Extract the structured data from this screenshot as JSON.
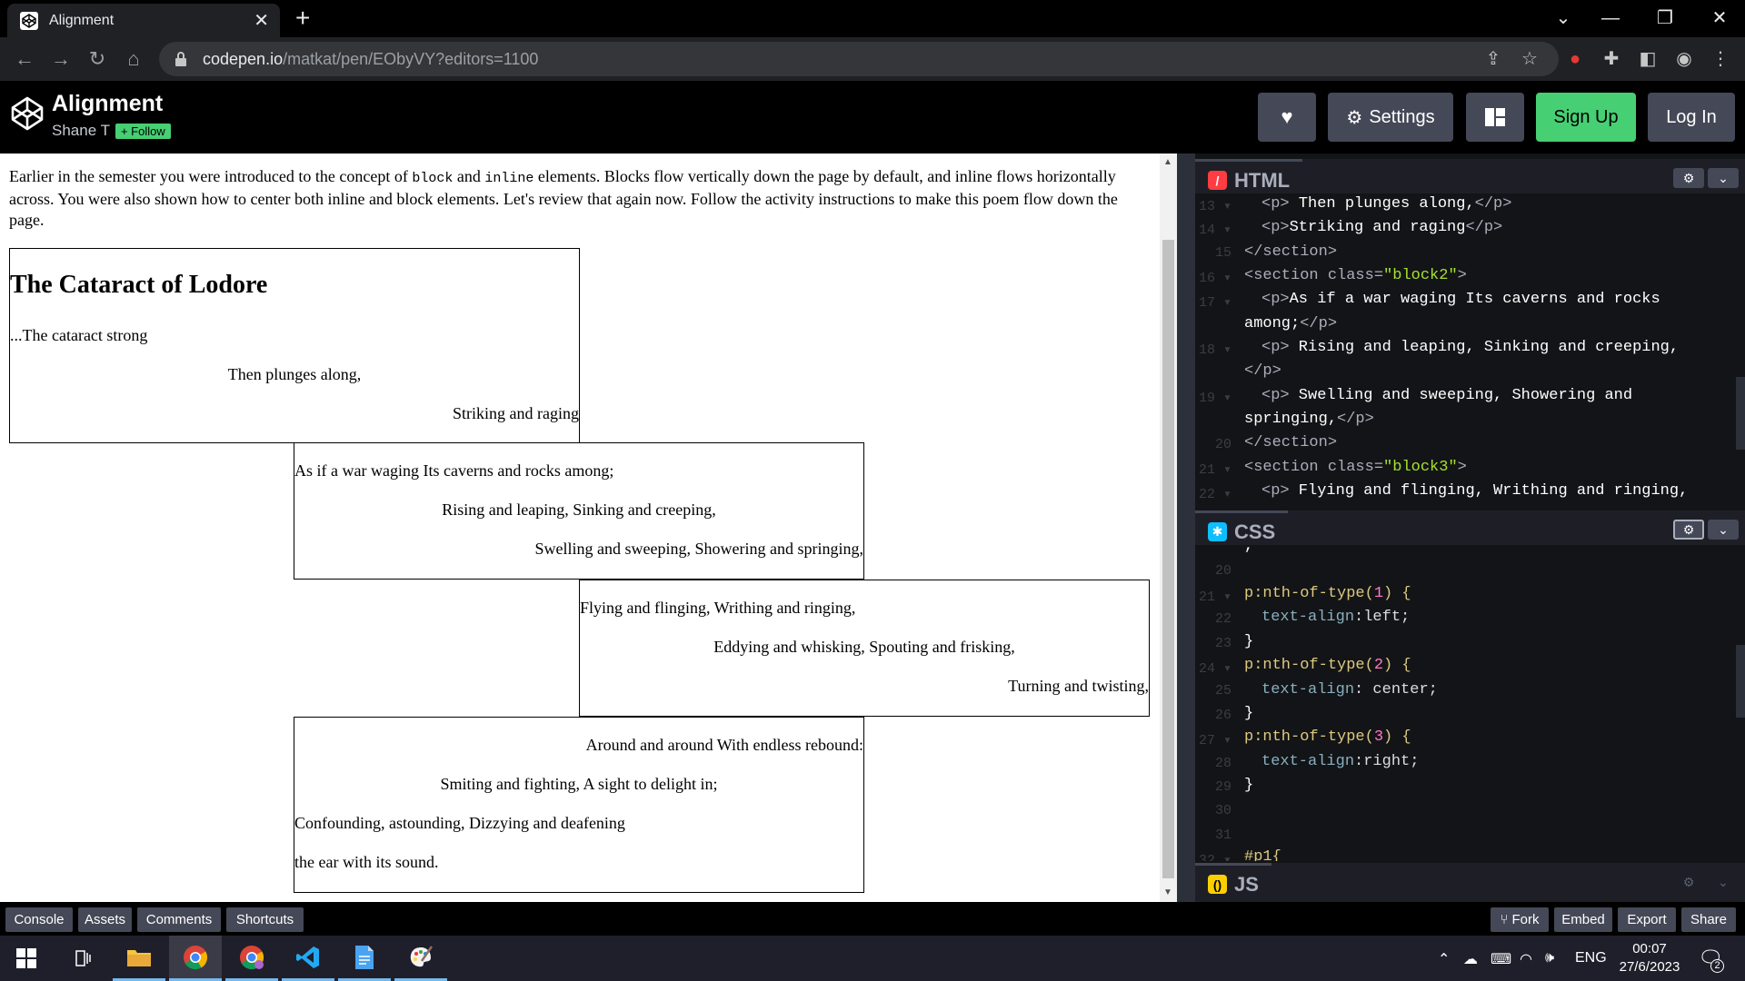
{
  "browser": {
    "tab_title": "Alignment",
    "tab_close": "✕",
    "new_tab": "+",
    "url_host": "codepen.io",
    "url_path": "/matkat/pen/EObyVY?editors=1100"
  },
  "header": {
    "title": "Alignment",
    "author": "Shane T",
    "follow_label": "+ Follow",
    "settings_label": "Settings",
    "signup_label": "Sign Up",
    "login_label": "Log In"
  },
  "preview": {
    "intro_1": "Earlier in the semester you were introduced to the concept of ",
    "intro_code1": "block",
    "intro_2": " and ",
    "intro_code2": "inline",
    "intro_3": " elements. Blocks flow vertically down the page by default, and inline flows horizontally across. You were also shown how to center both inline and block elements. Let's review that again now. Follow the activity instructions to make this poem flow down the page.",
    "poem_title": "The Cataract of Lodore",
    "block1": [
      "...The cataract strong",
      "Then plunges along,",
      "Striking and raging"
    ],
    "block2": [
      "As if a war waging Its caverns and rocks among;",
      "Rising and leaping, Sinking and creeping,",
      "Swelling and sweeping, Showering and springing,"
    ],
    "block3": [
      "Flying and flinging, Writhing and ringing,",
      "Eddying and whisking, Spouting and frisking,",
      "Turning and twisting,"
    ],
    "block4": [
      "Around and around With endless rebound:",
      "Smiting and fighting, A sight to delight in;",
      "Confounding, astounding, Dizzying and deafening",
      "the ear with its sound."
    ]
  },
  "editors": {
    "html_label": "HTML",
    "css_label": "CSS",
    "js_label": "JS",
    "html_lines": [
      {
        "n": "13",
        "fold": "▾"
      },
      {
        "n": "14",
        "fold": "▾"
      },
      {
        "n": "15",
        "fold": ""
      },
      {
        "n": "16",
        "fold": "▾"
      },
      {
        "n": "17",
        "fold": "▾"
      },
      {
        "n": "",
        "fold": ""
      },
      {
        "n": "18",
        "fold": "▾"
      },
      {
        "n": "",
        "fold": ""
      },
      {
        "n": "19",
        "fold": "▾"
      },
      {
        "n": "",
        "fold": ""
      },
      {
        "n": "20",
        "fold": ""
      },
      {
        "n": "21",
        "fold": "▾"
      },
      {
        "n": "22",
        "fold": "▾"
      }
    ],
    "html_code": {
      "l13_open": "<p>",
      "l13_text": " Then plunges along,",
      "l13_close": "</p>",
      "l14_open": "<p>",
      "l14_text": "Striking and raging",
      "l14_close": "</p>",
      "l15": "</section>",
      "l16_open": "<section ",
      "l16_attr": "class=",
      "l16_str": "\"block2\"",
      "l16_end": ">",
      "l17_open": "<p>",
      "l17_text": "As if a war waging Its caverns and rocks",
      "l17b_text": "among;",
      "l17b_close": "</p>",
      "l18_open": "<p>",
      "l18_text": " Rising and leaping, Sinking and creeping,",
      "l18b_close": "</p>",
      "l19_open": "<p>",
      "l19_text": " Swelling and sweeping, Showering and",
      "l19b_text": "springing,",
      "l19b_close": "</p>",
      "l20": "</section>",
      "l21_open": "<section ",
      "l21_attr": "class=",
      "l21_str": "\"block3\"",
      "l21_end": ">",
      "l22_open": "<p>",
      "l22_text": " Flying and flinging, Writhing and ringing,"
    },
    "css_line_numbers": [
      "",
      "20",
      "21",
      "22",
      "23",
      "24",
      "25",
      "26",
      "27",
      "28",
      "29",
      "30",
      "31",
      "32"
    ],
    "css_code": {
      "l0": ",",
      "l21_sel": "p:nth-of-type(",
      "l21_num": "1",
      "l21_end": ") {",
      "l22_prop": "text-align",
      "l22_val": ":left;",
      "l23": "}",
      "l24_sel": "p:nth-of-type(",
      "l24_num": "2",
      "l24_end": ") {",
      "l25_prop": "text-align",
      "l25_val": ": center;",
      "l26": "}",
      "l27_sel": "p:nth-of-type(",
      "l27_num": "3",
      "l27_end": ") {",
      "l28_prop": "text-align",
      "l28_val": ":right;",
      "l29": "}",
      "l32": "#p1{"
    }
  },
  "footer": {
    "console": "Console",
    "assets": "Assets",
    "comments": "Comments",
    "shortcuts": "Shortcuts",
    "fork": "Fork",
    "embed": "Embed",
    "export": "Export",
    "share": "Share"
  },
  "taskbar": {
    "lang": "ENG",
    "time": "00:07",
    "date": "27/6/2023",
    "notifications": "2"
  },
  "colors": {
    "green": "#47cf73",
    "button_gray": "#444857",
    "html_red": "#ff3c41",
    "css_blue": "#0ebeff",
    "js_yellow": "#fcd000"
  }
}
